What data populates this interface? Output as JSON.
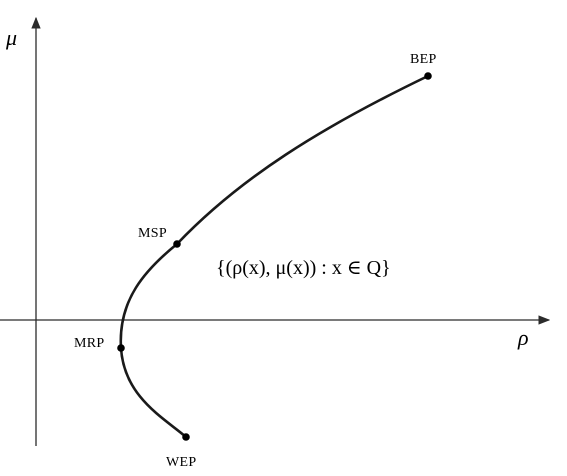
{
  "axes": {
    "x_label": "ρ",
    "y_label": "μ"
  },
  "points": {
    "bep": "BEP",
    "msp": "MSP",
    "mrp": "MRP",
    "wep": "WEP"
  },
  "set_label": "{(ρ(x), μ(x))  :  x ∈ Q}",
  "colors": {
    "ink": "#000000",
    "curve": "#1a1a1a",
    "axis": "#2b2b2b"
  }
}
